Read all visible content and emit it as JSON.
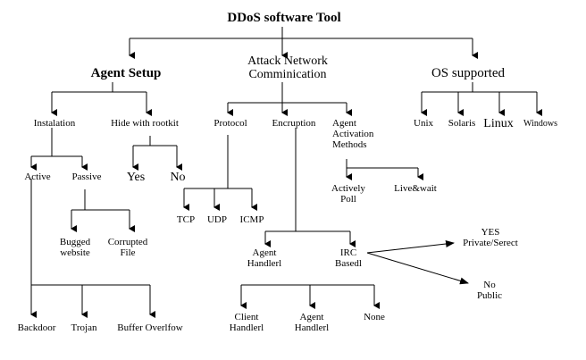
{
  "title": "DDoS software Tool",
  "branches": {
    "agent_setup": {
      "label": "Agent Setup",
      "instalation": {
        "label": "Instalation",
        "active": "Active",
        "passive": "Passive",
        "passive_children": [
          "Bugged website",
          "Corrupted File"
        ],
        "active_children": [
          "Backdoor",
          "Trojan",
          "Buffer Overlfow"
        ]
      },
      "hide_rootkit": {
        "label": "Hide with rootkit",
        "children": [
          "Yes",
          "No"
        ]
      }
    },
    "attack_network": {
      "label_line1": "Attack Network",
      "label_line2": "Comminication",
      "protocol": {
        "label": "Protocol",
        "children": [
          "TCP",
          "UDP",
          "ICMP"
        ]
      },
      "encruption": {
        "label": "Encruption",
        "agent_handler": {
          "line1": "Agent",
          "line2": "Handlerl"
        },
        "irc_based": {
          "line1": "IRC",
          "line2": "Basedl"
        },
        "irc_yes": {
          "line1": "YES",
          "line2": "Private/Serect"
        },
        "irc_no": {
          "line1": "No",
          "line2": "Public"
        },
        "bottom_children": [
          {
            "line1": "Client",
            "line2": "Handlerl"
          },
          {
            "line1": "Agent",
            "line2": "Handlerl"
          },
          {
            "line1": "None",
            "line2": ""
          }
        ]
      },
      "activation": {
        "line1": "Agent",
        "line2": "Activation",
        "line3": "Methods",
        "actively_poll": {
          "line1": "Actively",
          "line2": "Poll"
        },
        "live_wait": "Live&wait"
      }
    },
    "os_supported": {
      "label": "OS supported",
      "children": [
        "Unix",
        "Solaris",
        "Linux",
        "Windows"
      ]
    }
  },
  "colors": {
    "line": "#000000",
    "text": "#000000",
    "background": "#ffffff"
  }
}
